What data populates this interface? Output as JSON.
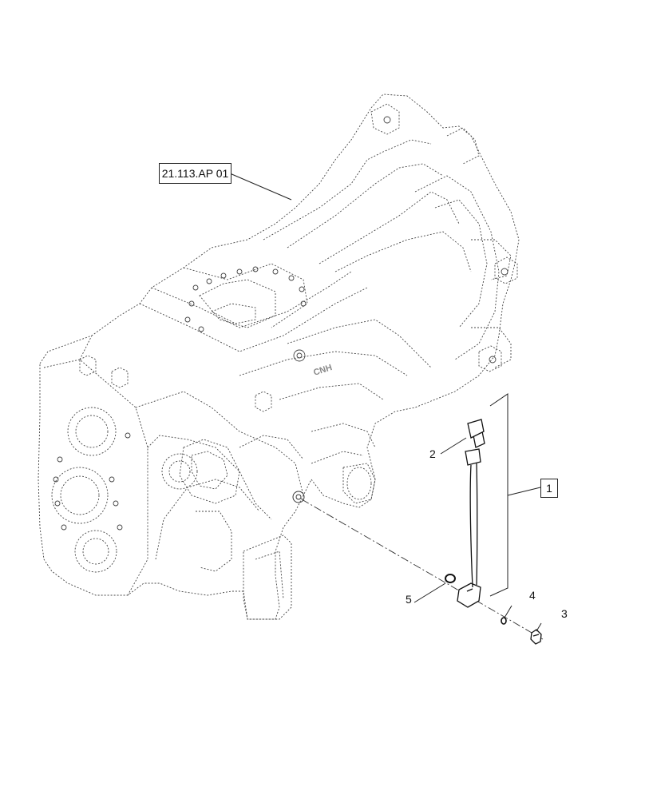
{
  "diagram": {
    "reference_label": "21.113.AP 01",
    "callouts": {
      "assembly": "1",
      "connector": "2",
      "screw": "3",
      "washer": "4",
      "o_ring": "5"
    },
    "housing_logo": "CNH"
  }
}
